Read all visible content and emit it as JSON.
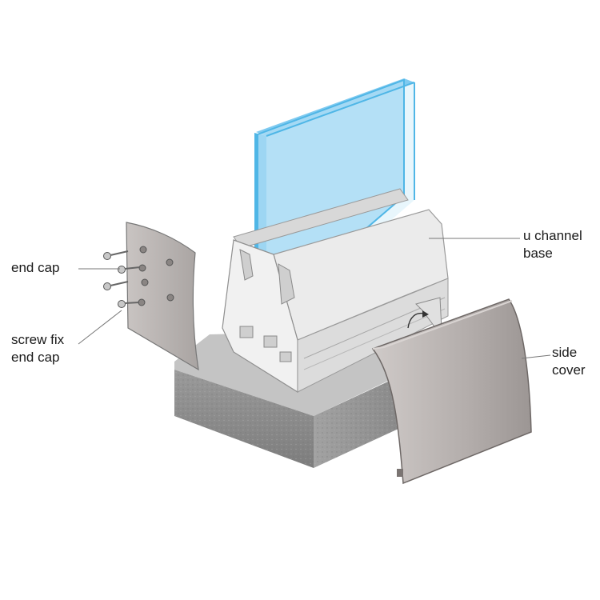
{
  "labels": {
    "end_cap": [
      "end cap"
    ],
    "screw_fix_end_cap": [
      "screw fix",
      "end cap"
    ],
    "u_channel_base": [
      "u channel",
      "base"
    ],
    "side_cover": [
      "side",
      "cover"
    ]
  },
  "colors": {
    "glass": "#a8dcf3",
    "glass_edge": "#4fb6e6",
    "concrete": "#8e8e8e",
    "concrete_top": "#c9c9c9",
    "aluminium": "#e6e6e6",
    "aluminium_edge": "#9a9a9a",
    "cover": "#b5afac",
    "end_cap": "#bdb8b6"
  },
  "icons": [
    "screw-icon",
    "hole-icon",
    "arrow-icon"
  ]
}
